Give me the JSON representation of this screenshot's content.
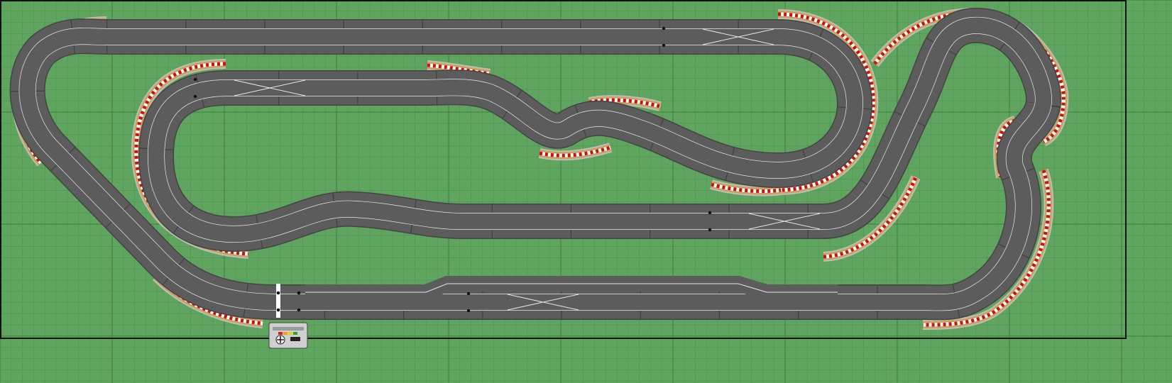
{
  "layout_planner": {
    "board": {
      "background_color": "#5fa55f",
      "grid_minor_color": "#4f934f",
      "grid_major_color": "#3d7f3d",
      "table_border_color": "#111111"
    },
    "track": {
      "surface_color": "#5c5c5c",
      "lane_line_color": "#e8e8e8",
      "joint_color": "#3f3f3f",
      "border_curb_color": "#c9a25a",
      "border_stripe_red": "#cc1111",
      "border_stripe_white": "#ffffff",
      "border_edge_color": "#bdbdbd"
    },
    "features": {
      "lane_changers": 4,
      "start_finish_line": 1,
      "powerbase": 1
    },
    "powerbase": {
      "body_color": "#cfcfcf",
      "led_colors": [
        "#d82020",
        "#f0a020",
        "#e0d020",
        "#30a030"
      ]
    }
  }
}
